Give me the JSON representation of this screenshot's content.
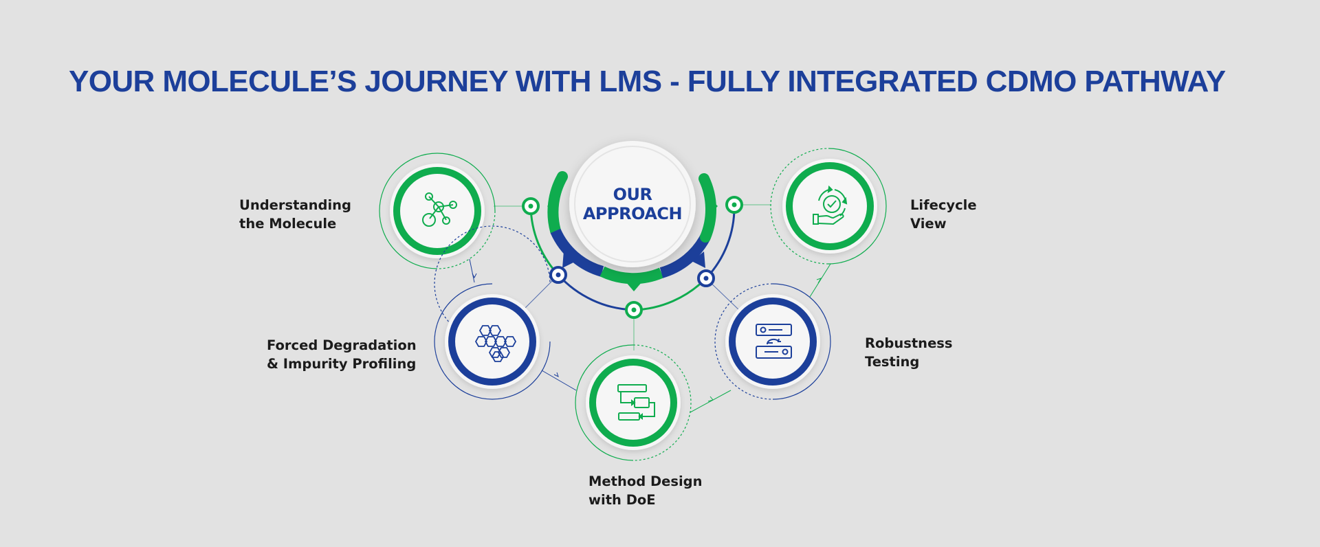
{
  "title": "YOUR MOLECULE’S JOURNEY WITH LMS - FULLY INTEGRATED CDMO PATHWAY",
  "hub": {
    "line1": "OUR",
    "line2": "APPROACH"
  },
  "stages": [
    {
      "line1": "Understanding",
      "line2": "the Molecule",
      "icon": "molecule-icon"
    },
    {
      "line1": "Forced Degradation",
      "line2": "& Impurity Profiling",
      "icon": "hexagon-structure-icon"
    },
    {
      "line1": "Method Design",
      "line2": "with DoE",
      "icon": "flowchart-icon"
    },
    {
      "line1": "Robustness",
      "line2": "Testing",
      "icon": "exchange-panels-icon"
    },
    {
      "line1": "Lifecycle",
      "line2": "View",
      "icon": "recycle-check-hand-icon"
    }
  ],
  "colors": {
    "background": "#e2e2e2",
    "title_blue": "#1c3f9a",
    "brand_green": "#0fac4e",
    "brand_blue": "#1c3f9a",
    "label_text": "#1b1b1b"
  }
}
